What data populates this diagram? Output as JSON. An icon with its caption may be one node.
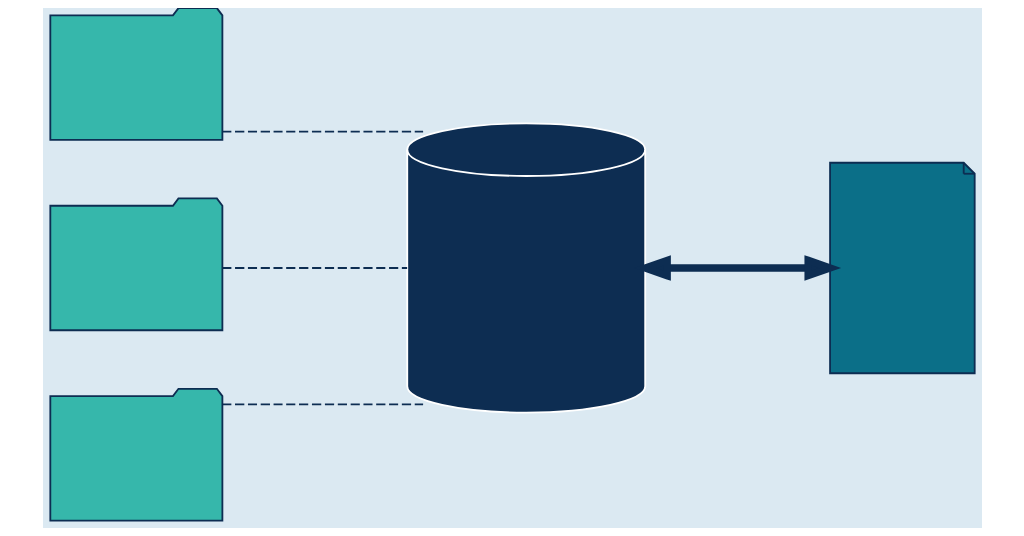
{
  "diagram": {
    "nodes": [
      {
        "text": [],
        "shape": "folder"
      },
      {
        "text": [],
        "shape": "folder"
      },
      {
        "text": [],
        "shape": "folder"
      },
      {
        "text": [],
        "shape": "cylinder"
      },
      {
        "text": [],
        "shape": "document"
      }
    ],
    "edges": [
      {
        "from": 0,
        "to": 3,
        "arrow": "none",
        "style": "dashed"
      },
      {
        "from": 1,
        "to": 3,
        "arrow": "none",
        "style": "dashed"
      },
      {
        "from": 2,
        "to": 3,
        "arrow": "none",
        "style": "dashed"
      },
      {
        "from": 3,
        "to": 4,
        "arrow": "both",
        "style": "thick"
      }
    ]
  }
}
